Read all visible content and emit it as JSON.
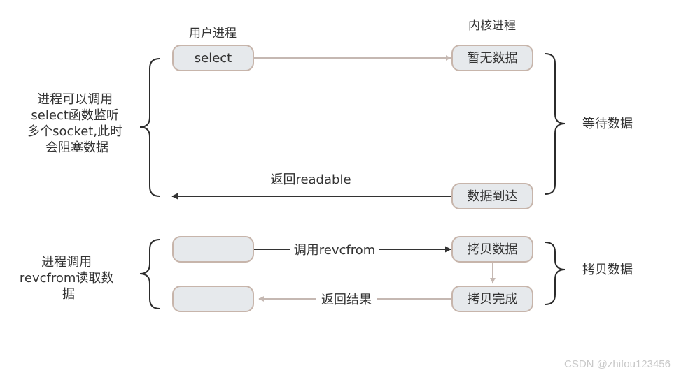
{
  "labels": {
    "user_process": "用户进程",
    "kernel_process": "内核进程"
  },
  "nodes": {
    "select": "select",
    "no_data": "暂无数据",
    "data_arrived": "数据到达",
    "copy_data": "拷贝数据",
    "copy_done": "拷贝完成",
    "user_box_recvfrom": "",
    "user_box_result": ""
  },
  "edges": {
    "select_to_no_data": "",
    "return_readable": "返回readable",
    "call_recvfrom": "调用revcfrom",
    "copy_to_done": "",
    "return_result": "返回结果"
  },
  "annotations": {
    "left_top": [
      "进程可以调用",
      "select函数监听",
      "多个socket,此时",
      "会阻塞数据"
    ],
    "right_top": "等待数据",
    "left_bottom": [
      "进程调用",
      "revcfrom读取数",
      "据"
    ],
    "right_bottom": "拷贝数据"
  },
  "watermark": "CSDN @zhifou123456",
  "colors": {
    "node_fill": "#e6e9ec",
    "node_stroke": "#c7b5ab",
    "arrow_light": "#c5b8b2",
    "arrow_dark": "#333333",
    "brace": "#2b2b2b"
  }
}
